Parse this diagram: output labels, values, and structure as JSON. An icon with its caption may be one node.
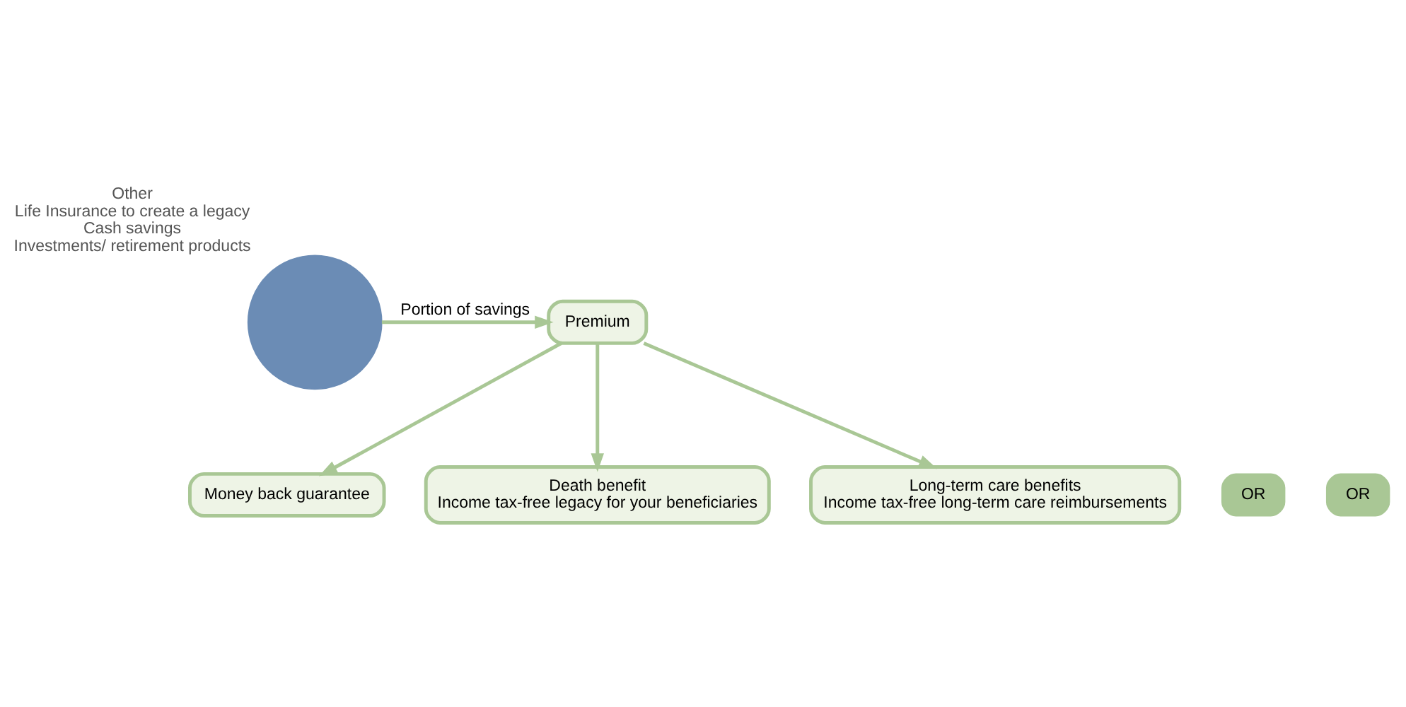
{
  "diagram": {
    "nodes": [
      {
        "text": [],
        "shape": "circle",
        "beside": [
          "Other",
          "Life Insurance to create a legacy",
          "Cash savings",
          "Investments/ retirement products"
        ]
      },
      {
        "text": [
          "Premium"
        ]
      },
      {
        "text": [
          "Money back guarantee"
        ]
      },
      {
        "text": [
          "OR"
        ]
      },
      {
        "text": [
          "Death benefit",
          "Income tax-free legacy for your beneficiaries"
        ]
      },
      {
        "text": [
          "OR"
        ]
      },
      {
        "text": [
          "Long-term care benefits",
          "Income tax-free long-term care reimbursements"
        ]
      }
    ],
    "edges": [
      {
        "from": 0,
        "to": 1,
        "arrow": "to",
        "label": "Portion of savings"
      },
      {
        "from": 1,
        "to": 2,
        "arrow": "to"
      },
      {
        "from": 1,
        "to": 4,
        "arrow": "to"
      },
      {
        "from": 1,
        "to": 6,
        "arrow": "to"
      }
    ]
  }
}
